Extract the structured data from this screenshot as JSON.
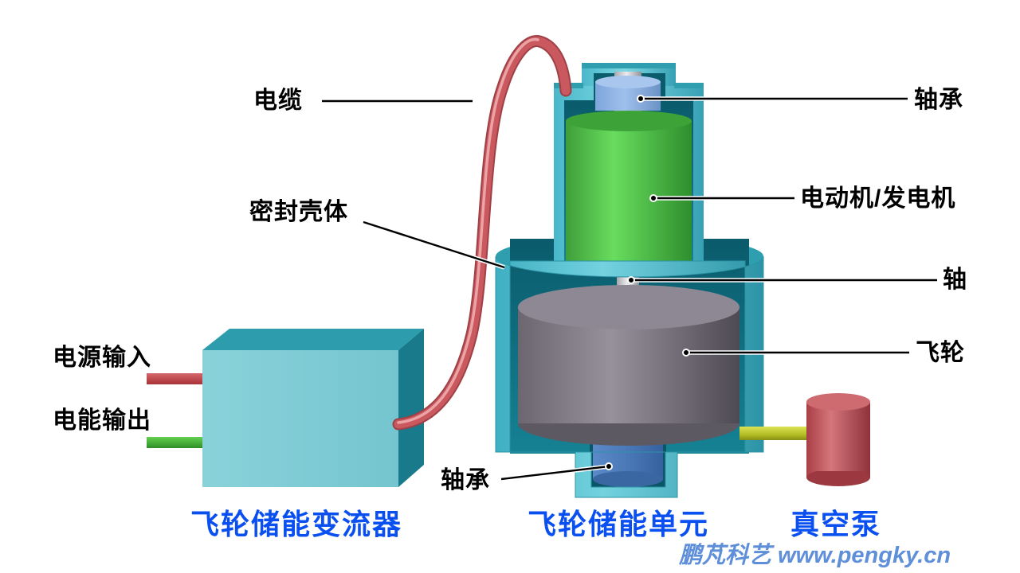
{
  "labels": {
    "cable": "电缆",
    "bearing_top": "轴承",
    "motor_generator": "电动机/发电机",
    "sealed_housing": "密封壳体",
    "shaft": "轴",
    "flywheel": "飞轮",
    "power_input": "电源输入",
    "power_output": "电能输出",
    "bearing_bottom": "轴承"
  },
  "captions": {
    "converter": "飞轮储能变流器",
    "storage_unit": "飞轮储能单元",
    "vacuum_pump": "真空泵"
  },
  "watermark": "鹏芃科艺 www.pengky.cn",
  "colors": {
    "label_text": "#000000",
    "caption_text": "#0a4ff0",
    "watermark_text": "#5e8fd8",
    "housing_teal": "#5ac6d6",
    "housing_top_teal": "#2f9fb0",
    "housing_interior": "#0d6374",
    "motor_green": "#55c94e",
    "flywheel_gray": "#7d7882",
    "bearing_top_blue": "#8cb2e2",
    "bearing_bottom_blue": "#4e7fbe",
    "cable_red": "#c9595f",
    "pump_red": "#c44e54",
    "pipe_yellow": "#bfcb2e",
    "wire_red": "#c0444a",
    "wire_green": "#52c23e"
  }
}
